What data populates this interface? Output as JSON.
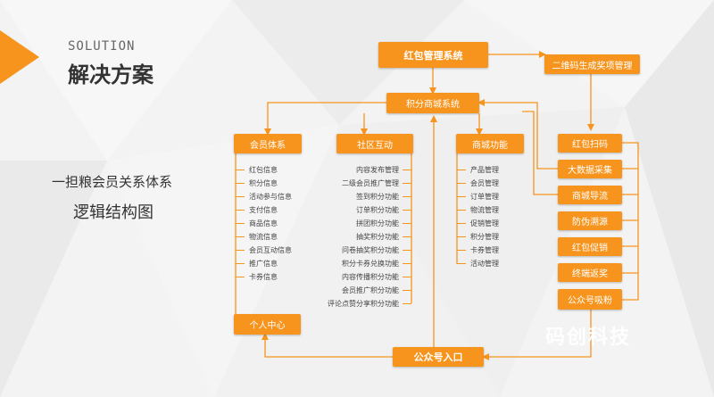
{
  "header": {
    "title_en": "SOLUTION",
    "title_cn": "解决方案"
  },
  "subtitle": {
    "line1": "一担粮会员关系体系",
    "line2": "逻辑结构图"
  },
  "watermark": "码创科技",
  "colors": {
    "accent": "#f7941d"
  },
  "nodes": {
    "hongbao_system": "红包管理系统",
    "qrcode_mgmt": "二维码生成奖项管理",
    "points_mall": "积分商城系统",
    "member_system": "会员体系",
    "community": "社区互动",
    "mall_functions": "商城功能",
    "personal_center": "个人中心",
    "official_entry": "公众号入口"
  },
  "member_items": [
    "红包信息",
    "积分信息",
    "活动参与信息",
    "支付信息",
    "商品信息",
    "物流信息",
    "会员互动信息",
    "推广信息",
    "卡券信息"
  ],
  "community_items": [
    "内容发布管理",
    "二级会员推广管理",
    "签到积分功能",
    "订单积分功能",
    "拼团积分功能",
    "抽奖积分功能",
    "问卷抽奖积分功能",
    "积分卡券兑换功能",
    "内容传播积分功能",
    "会员推广积分功能",
    "评论点赞分享积分功能"
  ],
  "mall_items": [
    "产品管理",
    "会员管理",
    "订单管理",
    "物流管理",
    "促销管理",
    "积分管理",
    "卡券管理",
    "活动管理"
  ],
  "right_column": [
    "红包扫码",
    "大数据采集",
    "商城导流",
    "防伪溯源",
    "红包促销",
    "终端返奖",
    "公众号吸粉"
  ]
}
